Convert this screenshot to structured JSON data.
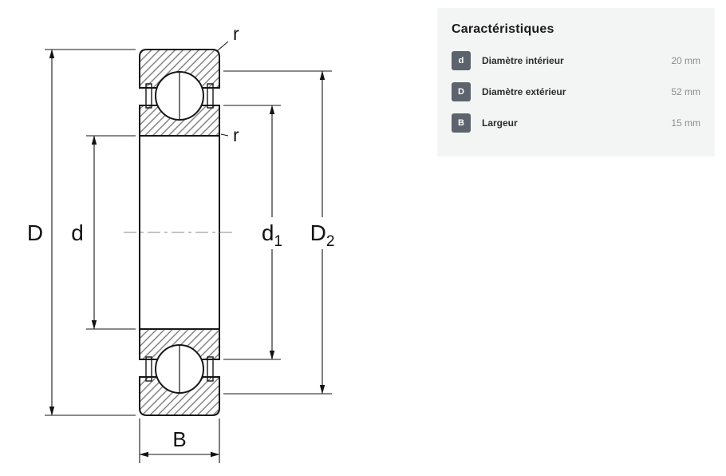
{
  "diagram": {
    "labels": {
      "D": "D",
      "d": "d",
      "d1_main": "d",
      "d1_sub": "1",
      "D2_main": "D",
      "D2_sub": "2",
      "r_top": "r",
      "r_inner": "r",
      "B": "B"
    }
  },
  "panel": {
    "title": "Caractéristiques",
    "background": "#f3f4f4",
    "badge_color": "#5c636d",
    "rows": [
      {
        "badge": "d",
        "label": "Diamètre intérieur",
        "value": "20 mm"
      },
      {
        "badge": "D",
        "label": "Diamètre extérieur",
        "value": "52 mm"
      },
      {
        "badge": "B",
        "label": "Largeur",
        "value": "15 mm"
      }
    ]
  }
}
